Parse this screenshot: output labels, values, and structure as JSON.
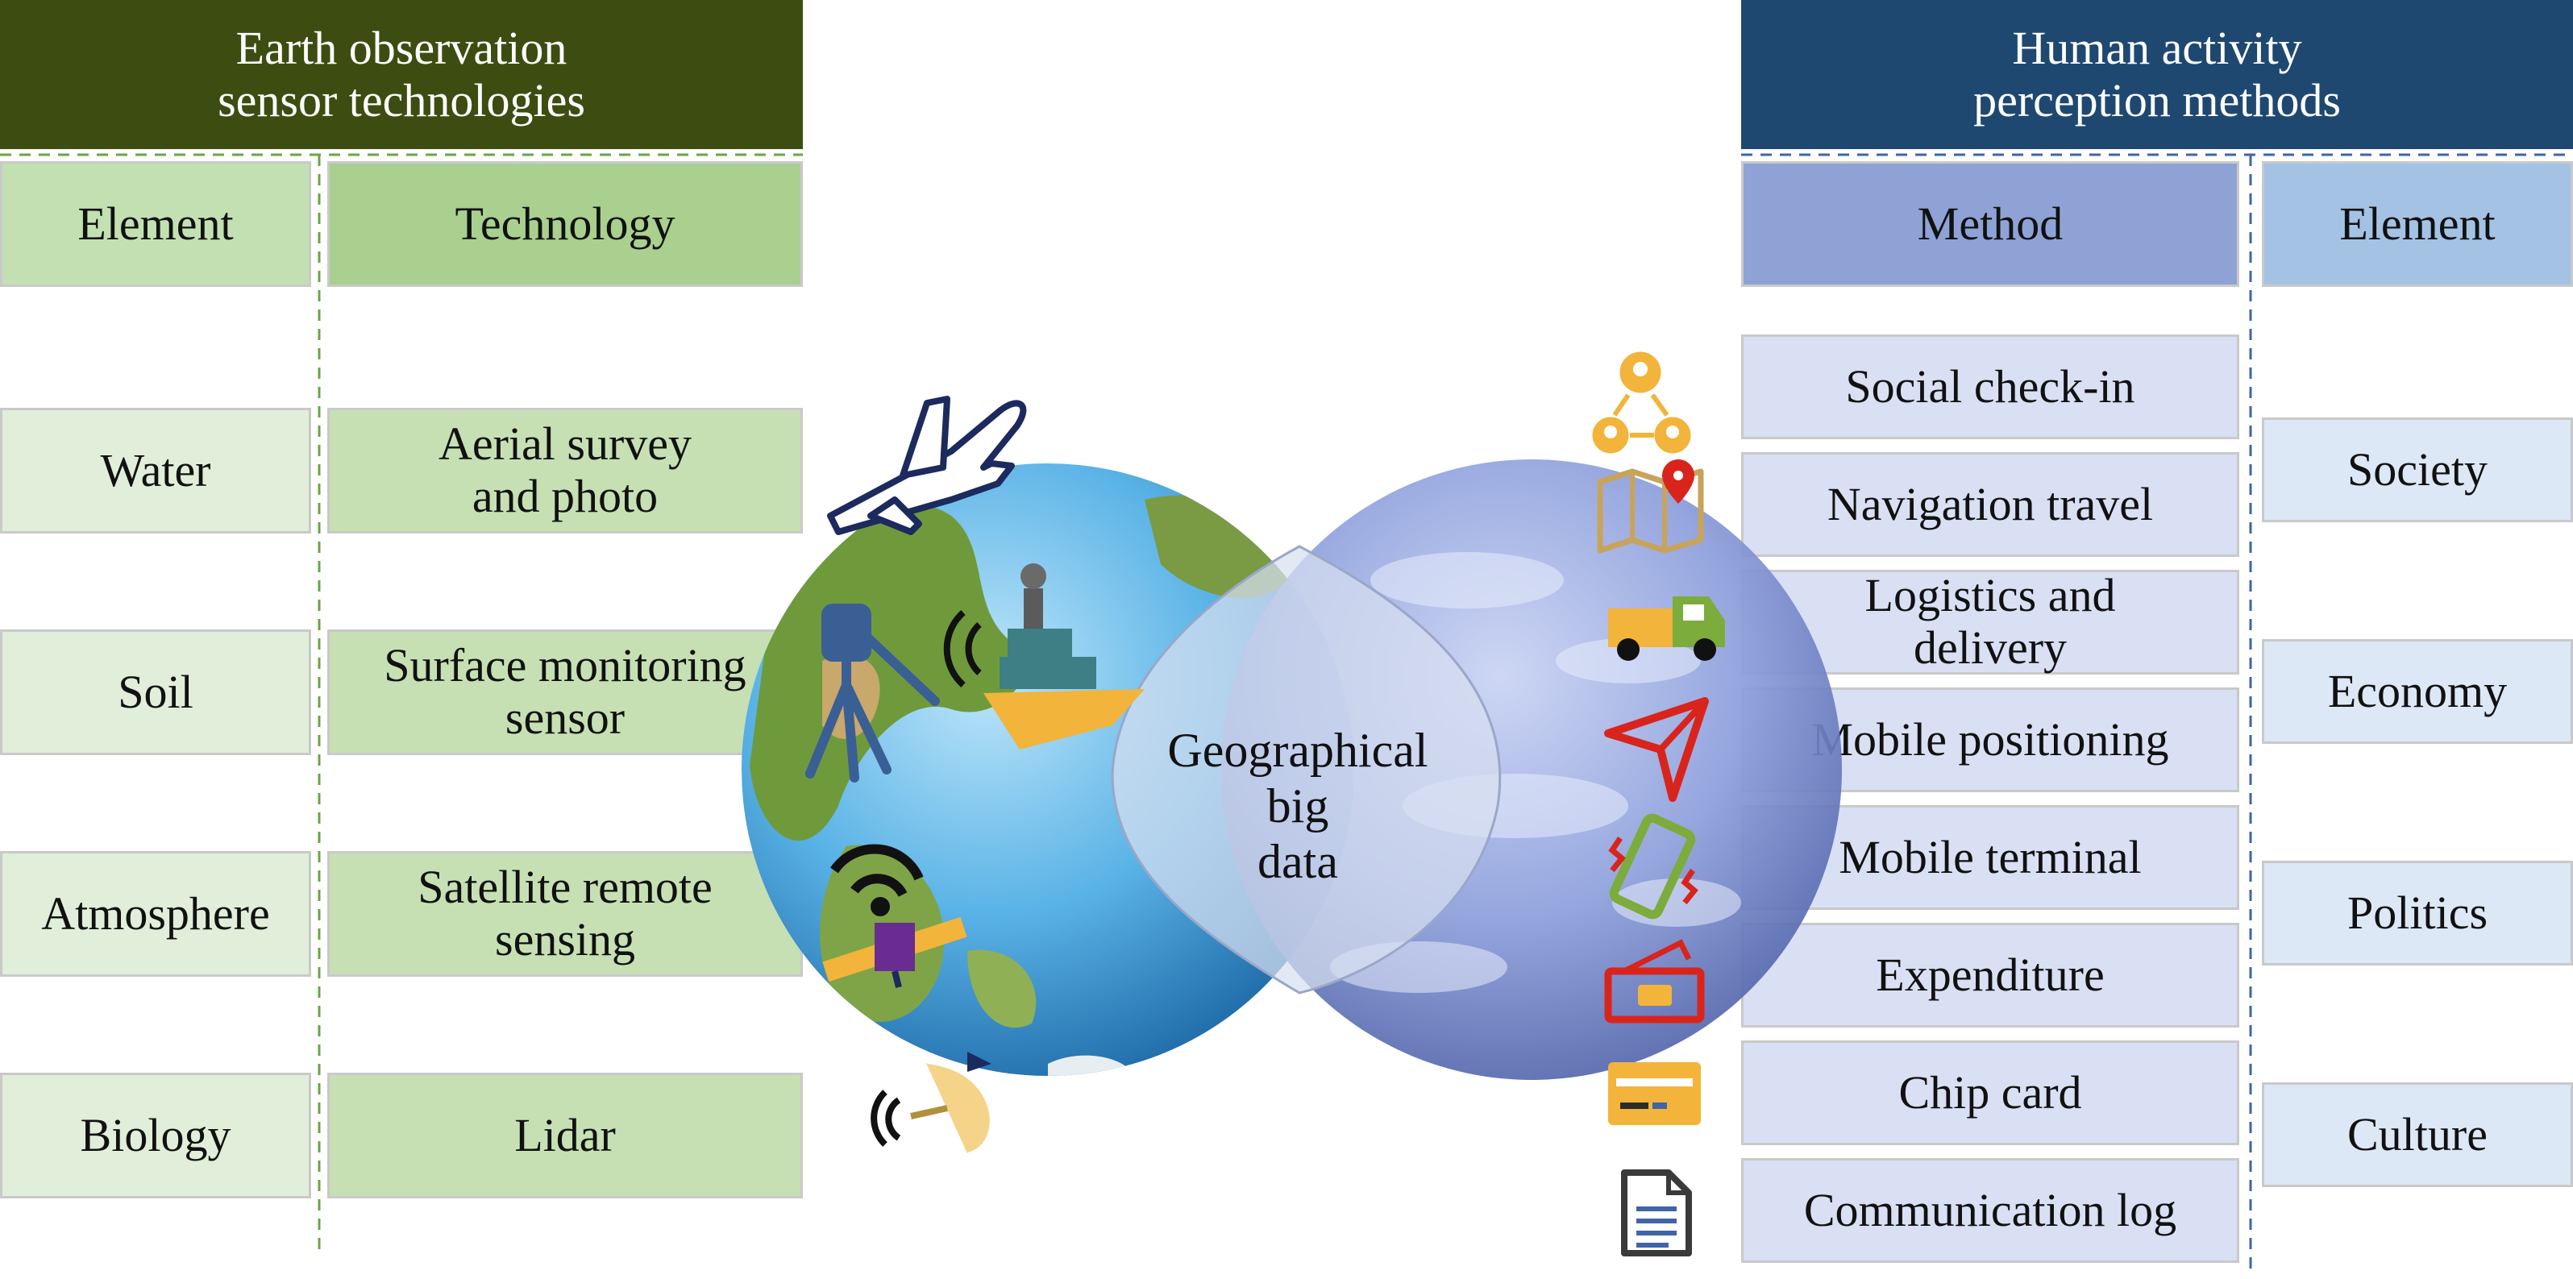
{
  "left_panel": {
    "title_line1": "Earth observation",
    "title_line2": "sensor technologies",
    "header_color": "#3d4d11",
    "col_element": "Element",
    "col_technology": "Technology",
    "rows": [
      {
        "element": "Water",
        "tech_line1": "Aerial survey",
        "tech_line2": "and photo"
      },
      {
        "element": "Soil",
        "tech_line1": "Surface monitoring",
        "tech_line2": "sensor"
      },
      {
        "element": "Atmosphere",
        "tech_line1": "Satellite remote",
        "tech_line2": "sensing"
      },
      {
        "element": "Biology",
        "tech_line1": "Lidar",
        "tech_line2": ""
      }
    ]
  },
  "right_panel": {
    "title_line1": "Human activity",
    "title_line2": "perception methods",
    "header_color": "#1f4871",
    "col_method": "Method",
    "col_element": "Element",
    "methods": [
      {
        "line1": "Social check-in",
        "line2": ""
      },
      {
        "line1": "Navigation travel",
        "line2": ""
      },
      {
        "line1": "Logistics and",
        "line2": "delivery"
      },
      {
        "line1": "Mobile positioning",
        "line2": ""
      },
      {
        "line1": "Mobile terminal",
        "line2": ""
      },
      {
        "line1": "Expenditure",
        "line2": ""
      },
      {
        "line1": "Chip card",
        "line2": ""
      },
      {
        "line1": "Communication log",
        "line2": ""
      }
    ],
    "elements": [
      "Society",
      "Economy",
      "Politics",
      "Culture"
    ]
  },
  "center": {
    "line1": "Geographical",
    "line2": "big",
    "line3": "data"
  },
  "icons_left": [
    "airplane-icon",
    "total-station-icon",
    "ship-icon",
    "satellite-icon",
    "radar-dish-icon"
  ],
  "icons_right": [
    "social-network-icon",
    "map-pin-icon",
    "truck-icon",
    "navigation-arrow-icon",
    "vibrating-phone-icon",
    "wallet-icon",
    "chip-card-icon",
    "document-log-icon"
  ],
  "colors": {
    "left_accent": "#3d4d11",
    "right_accent": "#1f4871",
    "icon_gold": "#f2b43a",
    "icon_red": "#d9241c",
    "icon_navy": "#1c2a5e",
    "icon_green": "#7cac3c"
  }
}
